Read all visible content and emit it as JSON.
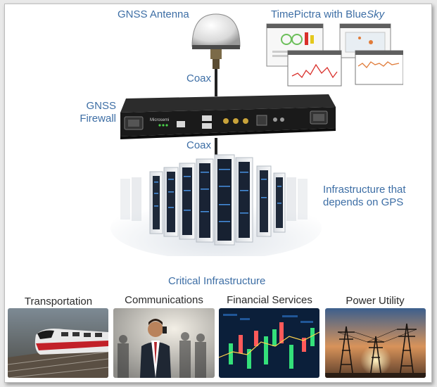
{
  "labels": {
    "gnss_antenna": "GNSS Antenna",
    "timepictra": "TimePictra with Blue",
    "timepictra_sky": "Sky",
    "coax_top": "Coax",
    "coax_bottom": "Coax",
    "gnss_firewall_line1": "GNSS",
    "gnss_firewall_line2": "Firewall",
    "infrastructure_line1": "Infrastructure that",
    "infrastructure_line2": "depends on GPS",
    "critical_infrastructure": "Critical Infrastructure"
  },
  "device": {
    "brand": "Microsemi"
  },
  "sectors": [
    {
      "label": "Transportation",
      "icon": "high-speed-train"
    },
    {
      "label": "Communications",
      "icon": "business-crowd-phone"
    },
    {
      "label": "Financial Services",
      "icon": "stock-chart"
    },
    {
      "label": "Power Utility",
      "icon": "power-towers-sunset"
    }
  ],
  "colors": {
    "accent_text": "#3d6ea5",
    "caption_text": "#2b2b2b"
  }
}
